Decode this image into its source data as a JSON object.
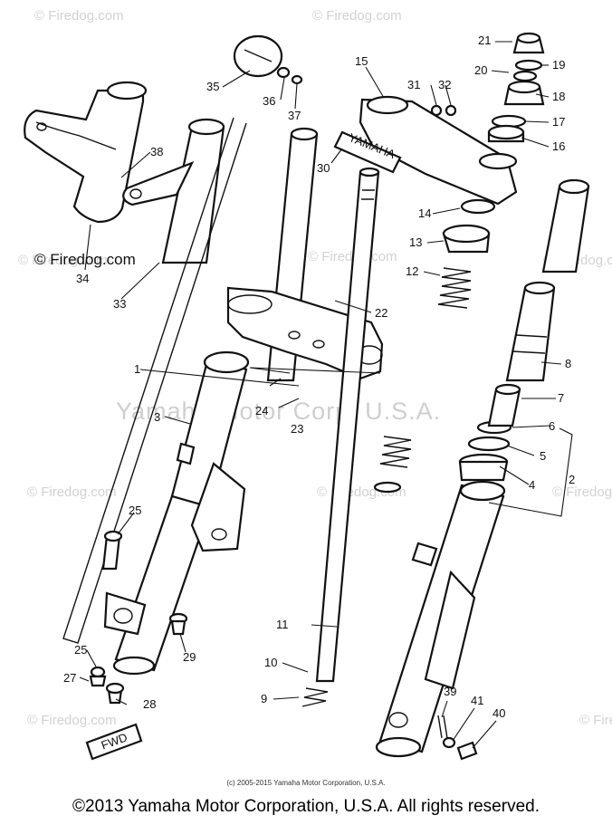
{
  "watermark": {
    "site": "© Firedog.com",
    "firedog_label": "© Firedog.com",
    "center": "Yamaha Motor Corp, U.S.A."
  },
  "brand_plate_text": "YAMAHA",
  "fwd_tag": "FWD",
  "callouts": [
    {
      "id": "c1",
      "number": "1"
    },
    {
      "id": "c2",
      "number": "2"
    },
    {
      "id": "c3",
      "number": "3"
    },
    {
      "id": "c4",
      "number": "4"
    },
    {
      "id": "c5",
      "number": "5"
    },
    {
      "id": "c6",
      "number": "6"
    },
    {
      "id": "c7",
      "number": "7"
    },
    {
      "id": "c8",
      "number": "8"
    },
    {
      "id": "c9",
      "number": "9"
    },
    {
      "id": "c10",
      "number": "10"
    },
    {
      "id": "c11",
      "number": "11"
    },
    {
      "id": "c12",
      "number": "12"
    },
    {
      "id": "c13",
      "number": "13"
    },
    {
      "id": "c14",
      "number": "14"
    },
    {
      "id": "c15",
      "number": "15"
    },
    {
      "id": "c16",
      "number": "16"
    },
    {
      "id": "c17",
      "number": "17"
    },
    {
      "id": "c18",
      "number": "18"
    },
    {
      "id": "c19",
      "number": "19"
    },
    {
      "id": "c20",
      "number": "20"
    },
    {
      "id": "c21",
      "number": "21"
    },
    {
      "id": "c22",
      "number": "22"
    },
    {
      "id": "c23",
      "number": "23"
    },
    {
      "id": "c24",
      "number": "24"
    },
    {
      "id": "c25a",
      "number": "25"
    },
    {
      "id": "c25b",
      "number": "25"
    },
    {
      "id": "c27",
      "number": "27"
    },
    {
      "id": "c28",
      "number": "28"
    },
    {
      "id": "c29",
      "number": "29"
    },
    {
      "id": "c30",
      "number": "30"
    },
    {
      "id": "c31",
      "number": "31"
    },
    {
      "id": "c32",
      "number": "32"
    },
    {
      "id": "c33",
      "number": "33"
    },
    {
      "id": "c34",
      "number": "34"
    },
    {
      "id": "c35",
      "number": "35"
    },
    {
      "id": "c36",
      "number": "36"
    },
    {
      "id": "c37",
      "number": "37"
    },
    {
      "id": "c38",
      "number": "38"
    },
    {
      "id": "c39",
      "number": "39"
    },
    {
      "id": "c40",
      "number": "40"
    },
    {
      "id": "c41",
      "number": "41"
    }
  ],
  "footer": {
    "small_copyright": "(c) 2005-2015 Yamaha Motor Corporation, U.S.A.",
    "main_copyright": "©2013 Yamaha Motor Corporation, U.S.A. All rights reserved."
  }
}
